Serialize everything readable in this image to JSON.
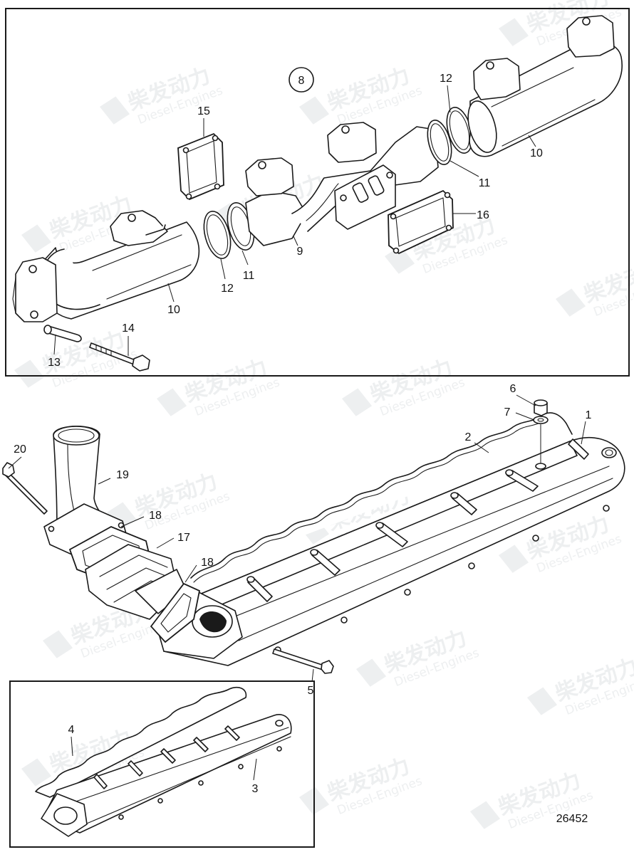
{
  "watermark": {
    "brand": "柴发动力",
    "sub": "Diesel-Engines",
    "color": "#4a5a6a"
  },
  "drawing_number": "26452",
  "top_group_marker": "8",
  "callouts": {
    "c1": "1",
    "c2": "2",
    "c3": "3",
    "c4": "4",
    "c5": "5",
    "c6": "6",
    "c7": "7",
    "c9": "9",
    "c10a": "10",
    "c10b": "10",
    "c11a": "11",
    "c11b": "11",
    "c12a": "12",
    "c12b": "12",
    "c13": "13",
    "c14": "14",
    "c15": "15",
    "c16": "16",
    "c17": "17",
    "c18a": "18",
    "c18b": "18",
    "c19": "19",
    "c20": "20"
  }
}
